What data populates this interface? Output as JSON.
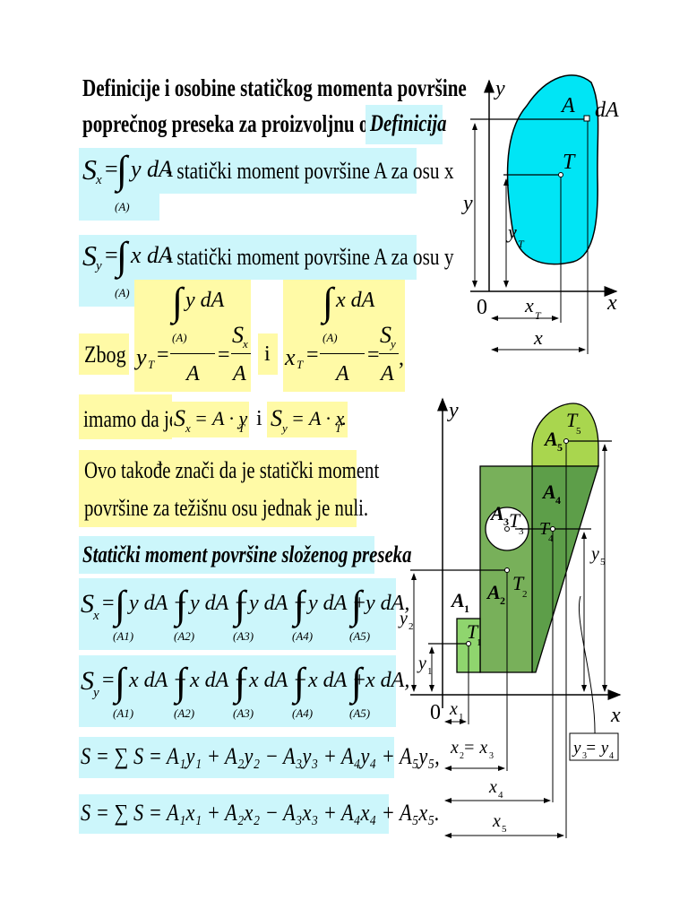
{
  "heading": {
    "line1": "Definicije i osobine statičkog momenta površine",
    "line2": "poprečnog preseka za proizvoljnu osu.",
    "tag": "Definicija"
  },
  "def_sx": {
    "lhs": "S",
    "sub": "x",
    "eq": "=",
    "integrand": "y dA",
    "domain": "(A)",
    "text": "- statički moment površine A za osu x"
  },
  "def_sy": {
    "lhs": "S",
    "sub": "y",
    "eq": "=",
    "integrand": "x dA",
    "domain": "(A)",
    "text": "- statički moment površine A za osu y"
  },
  "zbog": {
    "word": "Zbog",
    "i": "i"
  },
  "yT_formula": {
    "lhs": "y",
    "lhs_sub": "T",
    "num": "y dA",
    "num_domain": "(A)",
    "den": "A",
    "frac2_num": "S",
    "frac2_num_sub": "x",
    "frac2_den": "A"
  },
  "xT_formula": {
    "lhs": "x",
    "lhs_sub": "T",
    "num": "x dA",
    "num_domain": "(A)",
    "den": "A",
    "frac2_num": "S",
    "frac2_num_sub": "y",
    "frac2_den": "A"
  },
  "imamo": {
    "text": "imamo da je",
    "f1": "S",
    "f1_sub": "x",
    "f1_rhs": "= A · y",
    "f1_rhs_sub": "T",
    "i": "i",
    "f2": "S",
    "f2_sub": "y",
    "f2_rhs": "= A · x",
    "f2_rhs_sub": "T"
  },
  "note": {
    "line1": "Ovo takođe znači da je statički moment",
    "line2": "površine za težišnu osu jednak je nuli."
  },
  "composite_heading": "Statički moment površine složenog preseka",
  "sum_sx": {
    "lhs": "S",
    "sub": "x",
    "terms": [
      "y dA +",
      "y dA −",
      "y dA +",
      "y dA +",
      "y dA,"
    ],
    "domains": [
      "(A1)",
      "(A2)",
      "(A3)",
      "(A4)",
      "(A5)"
    ]
  },
  "sum_sy": {
    "lhs": "S",
    "sub": "y",
    "terms": [
      "x dA +",
      "x dA +",
      "x dA −",
      "x dA +",
      "x dA,"
    ],
    "domains": [
      "(A1)",
      "(A2)",
      "(A3)",
      "(A4)",
      "(A5)"
    ]
  },
  "short_sx": "S = ∑ S = A₁y₁ + A₂y₂ − A₃y₃ + A₄y₄ + A₅y₅,",
  "short_sy": "S = ∑ S = A₁x₁ + A₂x₂ − A₃x₃ + A₄x₄ + A₅x₅.",
  "fig1": {
    "y": "y",
    "x": "x",
    "origin": "0",
    "A": "A",
    "dA": "dA",
    "T": "T",
    "y_dim": "y",
    "yT": "y",
    "yT_sub": "T",
    "xT": "x",
    "xT_sub": "T",
    "x_dim": "x",
    "colors": {
      "fill": "#00e5f5"
    }
  },
  "fig2": {
    "y": "y",
    "x": "x",
    "origin": "0",
    "A1": "A",
    "A2": "A",
    "A3": "A",
    "A4": "A",
    "A5": "A",
    "T1": "T",
    "T2": "T",
    "T3": "T",
    "T4": "T",
    "T5": "T",
    "y1": "y",
    "y2": "y",
    "y5": "y",
    "y3y4": "y = y",
    "x1": "x",
    "x2x3": "x = x",
    "x4": "x",
    "x5": "x",
    "colors": {
      "dark": "#5d9e49",
      "mid": "#78b05a",
      "light": "#8fd56e",
      "top": "#a9d64e"
    }
  }
}
